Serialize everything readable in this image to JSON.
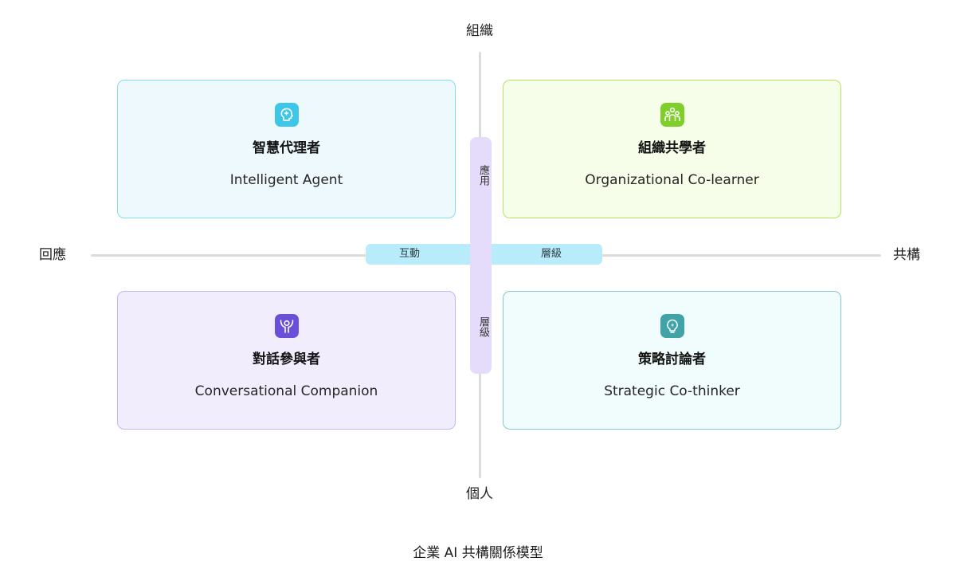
{
  "axes": {
    "top": "組織",
    "bottom": "個人",
    "left": "回應",
    "right": "共構"
  },
  "quadrants": {
    "top_left": {
      "title": "智慧代理者",
      "subtitle": "Intelligent Agent",
      "icon": "ai-head-icon",
      "accent": "#3ec6e8"
    },
    "top_right": {
      "title": "組織共學者",
      "subtitle": "Organizational Co-learner",
      "icon": "group-people-icon",
      "accent": "#7fcf2a"
    },
    "bottom_left": {
      "title": "對話參與者",
      "subtitle": "Conversational Companion",
      "icon": "person-arms-icon",
      "accent": "#6a50d8"
    },
    "bottom_right": {
      "title": "策略討論者",
      "subtitle": "Strategic Co-thinker",
      "icon": "lightbulb-icon",
      "accent": "#3fa3a8"
    }
  },
  "center_bars": {
    "horizontal_left": "互動",
    "horizontal_right": "層級",
    "vertical_top": "應用",
    "vertical_bottom": "層級"
  },
  "caption": "企業 AI 共構關係模型"
}
